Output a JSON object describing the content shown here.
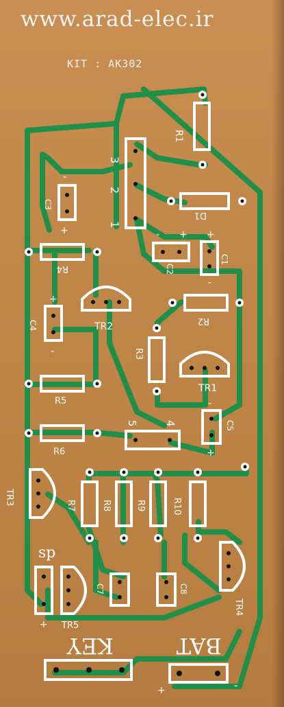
{
  "board": {
    "website": "www.arad-elec.ir",
    "kit_label": "KIT : AK302",
    "colors": {
      "substrate": "#c08749",
      "trace": "#1f8f4a",
      "silk": "#ffffff",
      "hole": "#111111"
    },
    "labels": {
      "r1": "R1",
      "r2": "R2",
      "r3": "R3",
      "r4": "R4",
      "r5": "R5",
      "r6": "R6",
      "r7": "R7",
      "r8": "R8",
      "r9": "R9",
      "r10": "R10",
      "d1": "D1",
      "c1": "C1",
      "c2": "C2",
      "c3": "C3",
      "c4": "C4",
      "c5": "C5",
      "c7": "C7",
      "c8": "C8",
      "tr1": "TR1",
      "tr2": "TR2",
      "tr3": "TR3",
      "tr4": "TR4",
      "tr5": "TR5",
      "sp": "sp",
      "key": "KEY",
      "bat": "BAT",
      "pin1": "1",
      "pin2": "2",
      "pin3": "3",
      "pin4": "4",
      "pin5": "5",
      "plus": "+",
      "minus": "-"
    }
  }
}
